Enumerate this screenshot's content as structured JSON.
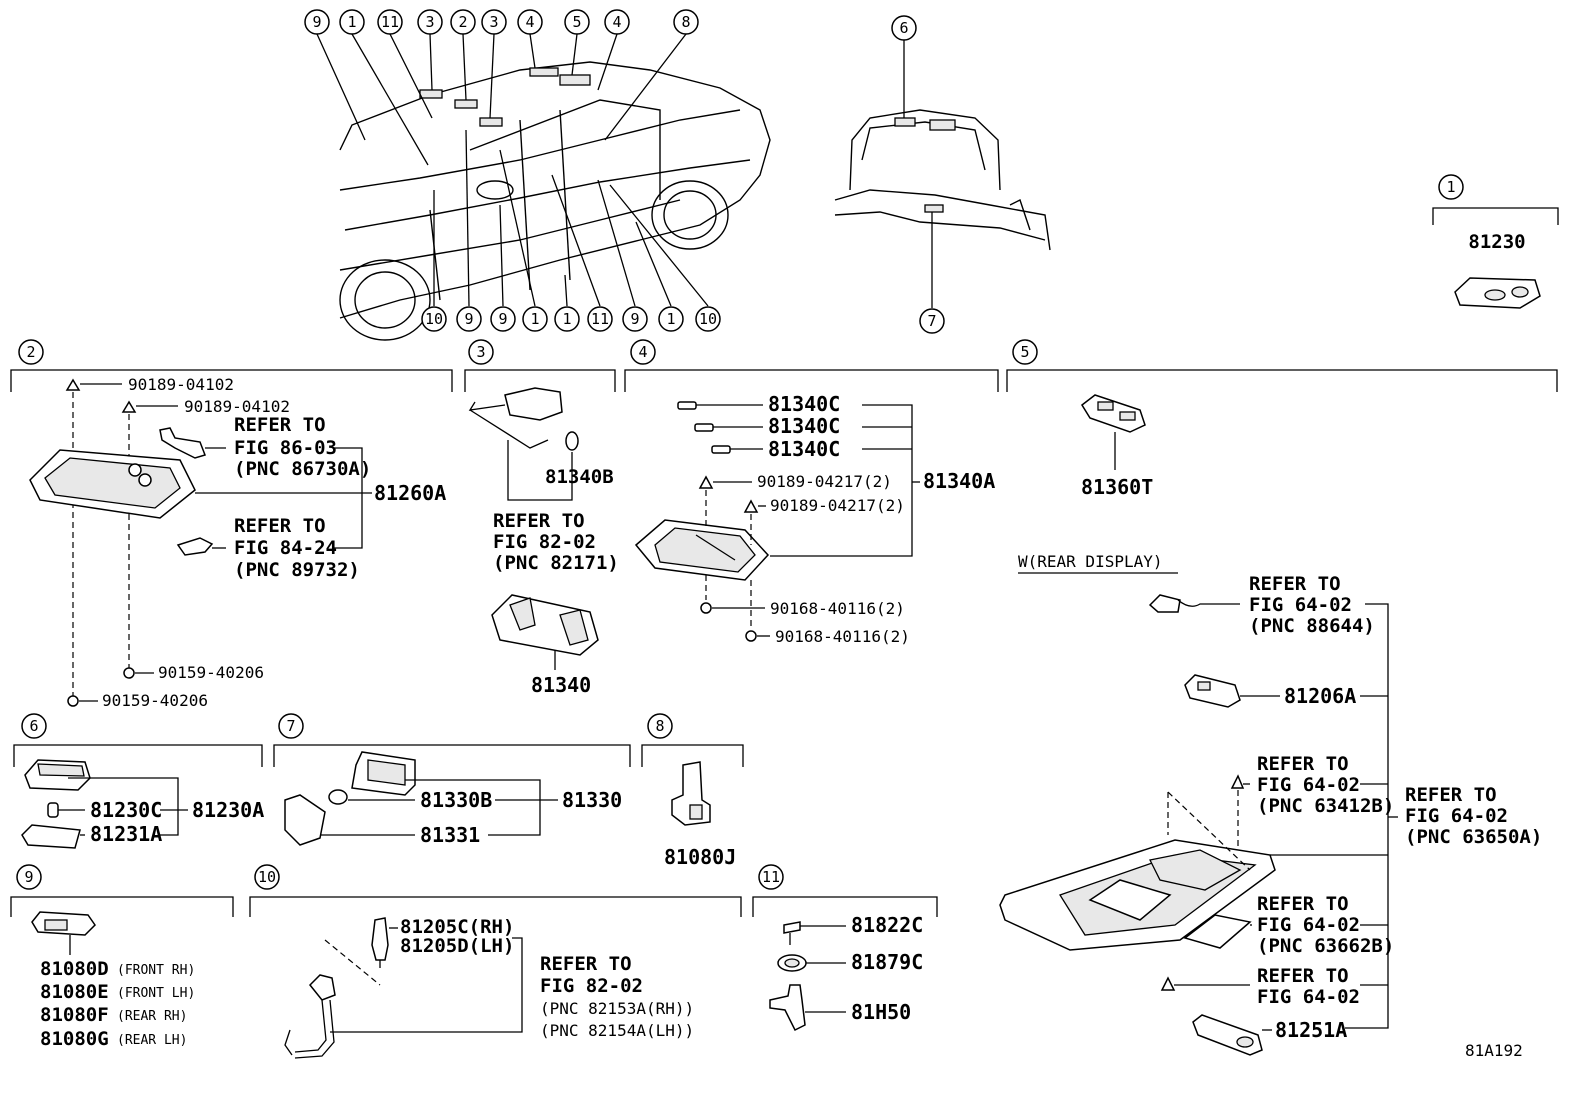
{
  "figure_code": "81A192",
  "variant_label": "W(REAR DISPLAY)",
  "overview_callouts": {
    "top_row": [
      "9",
      "1",
      "11",
      "3",
      "2",
      "3",
      "4",
      "5",
      "4",
      "8"
    ],
    "bottom_row": [
      "10",
      "9",
      "9",
      "1",
      "1",
      "11",
      "9",
      "1",
      "10"
    ],
    "trunk_top": "6",
    "trunk_bottom": "7"
  },
  "sections": [
    {
      "id": "1",
      "parts": [
        "81230"
      ]
    },
    {
      "id": "2",
      "parts": [
        "90189-04102",
        "90189-04102",
        "81260A",
        "90159-40206",
        "90159-40206"
      ],
      "refs": [
        {
          "line1": "REFER TO",
          "line2": "FIG 86-03",
          "line3": "(PNC 86730A)"
        },
        {
          "line1": "REFER TO",
          "line2": "FIG 84-24",
          "line3": "(PNC 89732)"
        }
      ]
    },
    {
      "id": "3",
      "parts": [
        "81340B",
        "81340"
      ],
      "refs": [
        {
          "line1": "REFER TO",
          "line2": "FIG 82-02",
          "line3": "(PNC 82171)"
        }
      ]
    },
    {
      "id": "4",
      "parts": [
        "81340C",
        "81340C",
        "81340C",
        "90189-04217(2)",
        "90189-04217(2)",
        "81340A",
        "90168-40116(2)",
        "90168-40116(2)"
      ]
    },
    {
      "id": "5",
      "parts": [
        "81360T"
      ]
    },
    {
      "id": "6",
      "parts": [
        "81230C",
        "81230A",
        "81231A"
      ]
    },
    {
      "id": "7",
      "parts": [
        "81330B",
        "81330",
        "81331"
      ]
    },
    {
      "id": "8",
      "parts": [
        "81080J"
      ]
    },
    {
      "id": "9",
      "parts": [
        "81080D",
        "81080E",
        "81080F",
        "81080G"
      ],
      "notes": [
        "(FRONT RH)",
        "(FRONT LH)",
        "(REAR RH)",
        "(REAR LH)"
      ]
    },
    {
      "id": "10",
      "parts": [
        "81205C(RH)",
        "81205D(LH)"
      ],
      "refs": [
        {
          "line1": "REFER TO",
          "line2": "FIG 82-02",
          "line3": "(PNC 82153A(RH))",
          "line4": "(PNC 82154A(LH))"
        }
      ]
    },
    {
      "id": "11",
      "parts": [
        "81822C",
        "81879C",
        "81H50"
      ]
    }
  ],
  "rear_display": {
    "parts": [
      "81206A",
      "81251A"
    ],
    "refs": [
      {
        "line1": "REFER TO",
        "line2": "FIG 64-02",
        "line3": "(PNC 88644)"
      },
      {
        "line1": "REFER TO",
        "line2": "FIG 64-02",
        "line3": "(PNC 63412B)"
      },
      {
        "line1": "REFER TO",
        "line2": "FIG 64-02",
        "line3": "(PNC 63650A)"
      },
      {
        "line1": "REFER TO",
        "line2": "FIG 64-02",
        "line3": "(PNC 63662B)"
      },
      {
        "line1": "REFER TO",
        "line2": "FIG 64-02"
      }
    ]
  }
}
